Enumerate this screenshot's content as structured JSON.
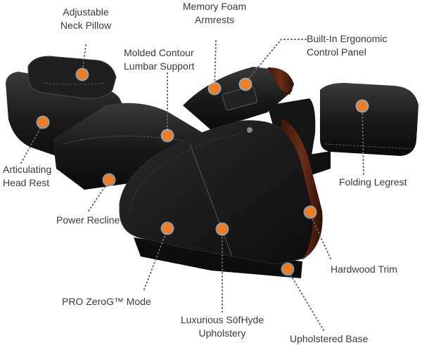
{
  "callouts": [
    {
      "id": "neck-pillow",
      "lines": [
        "Adjustable",
        "Neck Pillow"
      ]
    },
    {
      "id": "armrests",
      "lines": [
        "Memory Foam",
        "Armrests"
      ]
    },
    {
      "id": "control-panel",
      "lines": [
        "Built-In Ergonomic",
        "Control Panel"
      ]
    },
    {
      "id": "lumbar",
      "lines": [
        "Molded Contour",
        "Lumbar Support"
      ]
    },
    {
      "id": "head-rest",
      "lines": [
        "Articulating",
        "Head Rest"
      ]
    },
    {
      "id": "legrest",
      "lines": [
        "Folding Legrest"
      ]
    },
    {
      "id": "power-recline",
      "lines": [
        "Power Recline"
      ]
    },
    {
      "id": "hardwood-trim",
      "lines": [
        "Hardwood Trim"
      ]
    },
    {
      "id": "zerog",
      "lines": [
        "PRO ZeroG™ Mode"
      ]
    },
    {
      "id": "upholstery",
      "lines": [
        "Luxurious SöfHyde",
        "Upholstery"
      ]
    },
    {
      "id": "base",
      "lines": [
        "Upholstered Base"
      ]
    }
  ],
  "colors": {
    "marker": "#f47b20",
    "leather": "#141414",
    "wood": "#4a1f12",
    "label": "#3b3b3b",
    "leader": "#666666"
  }
}
